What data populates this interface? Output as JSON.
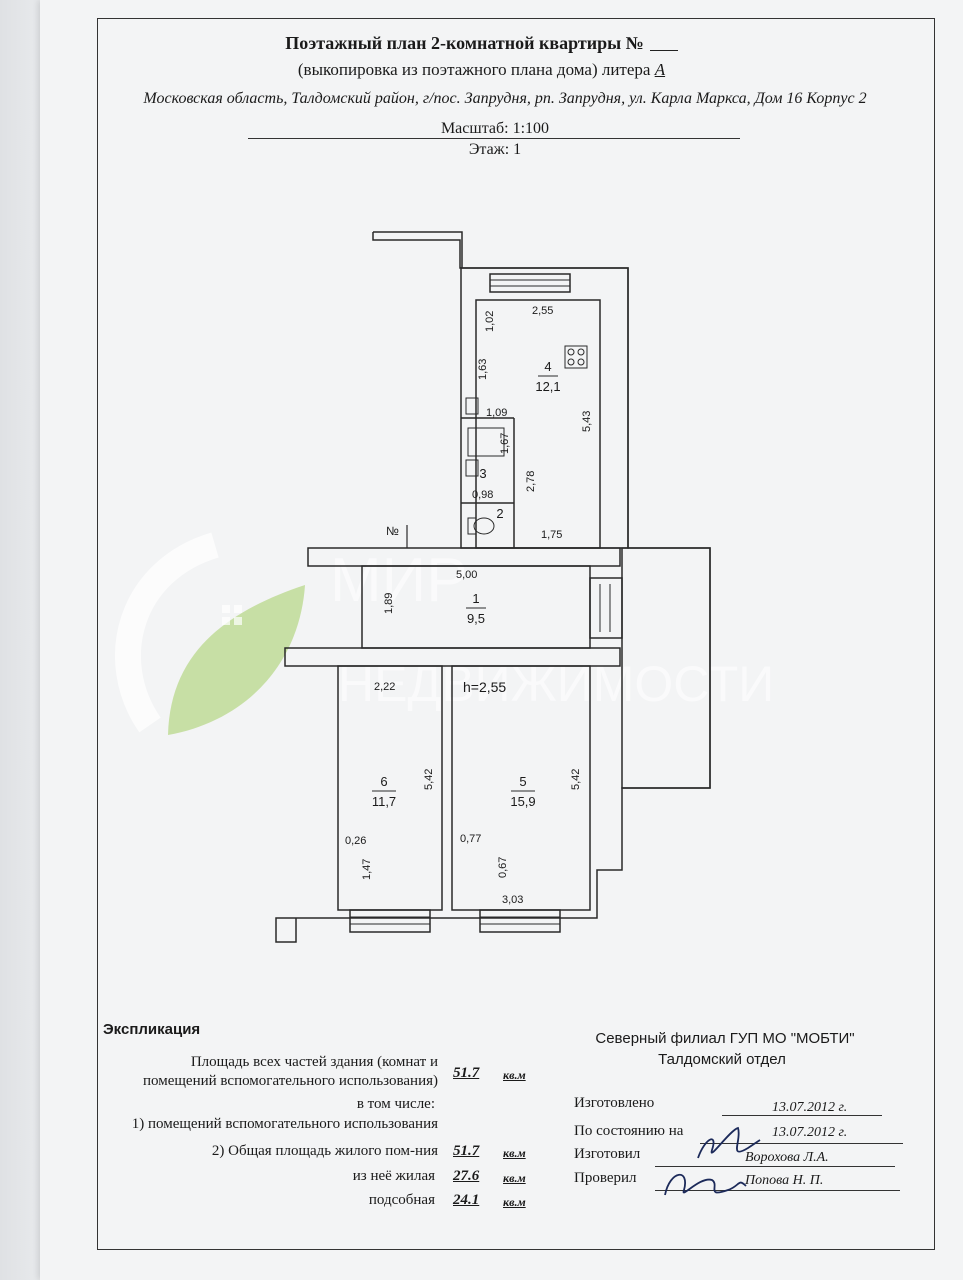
{
  "header": {
    "title": "Поэтажный план 2-комнатной квартиры №",
    "subtitle_prefix": "(выкопировка из поэтажного плана дома) литера",
    "litera": "А",
    "address": "Московская область, Талдомский район, г/пос. Запрудня, рп. Запрудня, ул. Карла Маркса, Дом 16 Корпус 2",
    "scale": "Масштаб: 1:100",
    "floor": "Этаж: 1"
  },
  "watermark": {
    "line1": "МИР",
    "line2": "НЕДВИЖИМОСТИ"
  },
  "plan": {
    "north_label": "№",
    "height_label": "h=2,55",
    "rooms": [
      {
        "number": "4",
        "area": "12,1"
      },
      {
        "number": "3",
        "area": ""
      },
      {
        "number": "2",
        "area": ""
      },
      {
        "number": "1",
        "area": "9,5"
      },
      {
        "number": "6",
        "area": "11,7"
      },
      {
        "number": "5",
        "area": "15,9"
      }
    ],
    "dimensions": {
      "d255": "2,55",
      "d102": "1,02",
      "d163": "1,63",
      "d543": "5,43",
      "d109": "1,09",
      "d167": "1,67",
      "d278": "2,78",
      "d098": "0,98",
      "d175": "1,75",
      "d500": "5,00",
      "d189": "1,89",
      "d222": "2,22",
      "d542a": "5,42",
      "d542b": "5,42",
      "d026": "0,26",
      "d147": "1,47",
      "d077": "0,77",
      "d067": "0,67",
      "d303": "3,03"
    }
  },
  "explication": {
    "title": "Экспликация",
    "rows": [
      {
        "label_line1": "Площадь всех частей здания (комнат и",
        "label_line2": "помещений вспомогательного использования)",
        "value": "51.7",
        "unit": "кв.м"
      },
      {
        "label": "в том числе:"
      },
      {
        "label": "1) помещений вспомогательного использования"
      },
      {
        "label": "2) Общая площадь жилого пом-ния",
        "value": "51.7",
        "unit": "кв.м"
      },
      {
        "label": "из неё жилая",
        "value": "27.6",
        "unit": "кв.м"
      },
      {
        "label": "подсобная",
        "value": "24.1",
        "unit": "кв.м"
      }
    ]
  },
  "organization": {
    "line1": "Северный филиал ГУП МО \"МОБТИ\"",
    "line2": "Талдомский отдел",
    "made_label": "Изготовлено",
    "made_date": "13.07.2012 г.",
    "state_label": "По состоянию на",
    "state_date": "13.07.2012 г.",
    "made_by_label": "Изготовил",
    "made_by": "Ворохова Л.А.",
    "checked_label": "Проверил",
    "checked_by": "Попова Н. П."
  }
}
